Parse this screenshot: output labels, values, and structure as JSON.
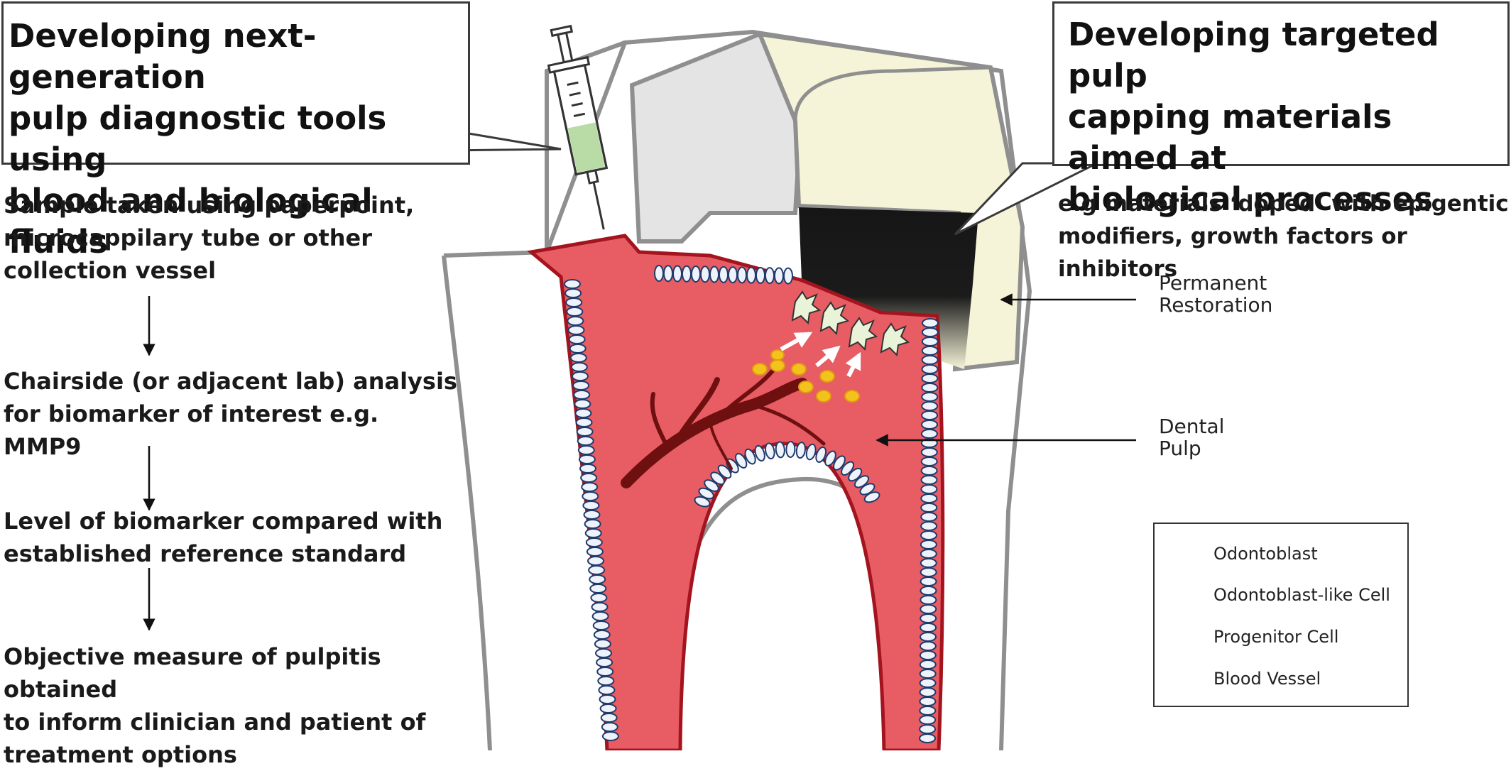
{
  "callouts": {
    "diagnostic": "Developing next-generation\npulp diagnostic tools using\nblood and biological fluids",
    "capping": "Developing targeted pulp\ncapping materials aimed at\nbiological processes"
  },
  "workflow": [
    "Sample taken using paperpoint,\nmicrocappilary tube or other\ncollection vessel",
    "Chairside (or adjacent lab) analysis\nfor biomarker of interest e.g. MMP9",
    "Level of biomarker compared with\nestablished reference standard",
    "Objective measure of pulpitis obtained\nto inform clinician and patient of\ntreatment options"
  ],
  "materials_note": "e.g materials ‘doped’ with epigentic\nmodifiers, growth factors or inhibitors",
  "labels": {
    "restoration": "Permanent\nRestoration",
    "pulp": "Dental\nPulp"
  },
  "legend": {
    "items": [
      {
        "label": "Odontoblast",
        "icon": "odontoblast-icon"
      },
      {
        "label": "Odontoblast-like Cell",
        "icon": "odontoblast-like-cell-icon"
      },
      {
        "label": "Progenitor Cell",
        "icon": "progenitor-cell-icon"
      },
      {
        "label": "Blood Vessel",
        "icon": "blood-vessel-icon"
      }
    ]
  },
  "colors": {
    "pulp": "#e85c64",
    "pulp_border": "#a3141e",
    "restoration": "#f6f4d8",
    "liner": "#1a1a1a",
    "enamel": "#e4e4e4",
    "vessel": "#6e1010",
    "progenitor": "#f3c31d",
    "odontoblast_like": "#e9f3d8",
    "syringe_fluid": "#b9dca6"
  }
}
